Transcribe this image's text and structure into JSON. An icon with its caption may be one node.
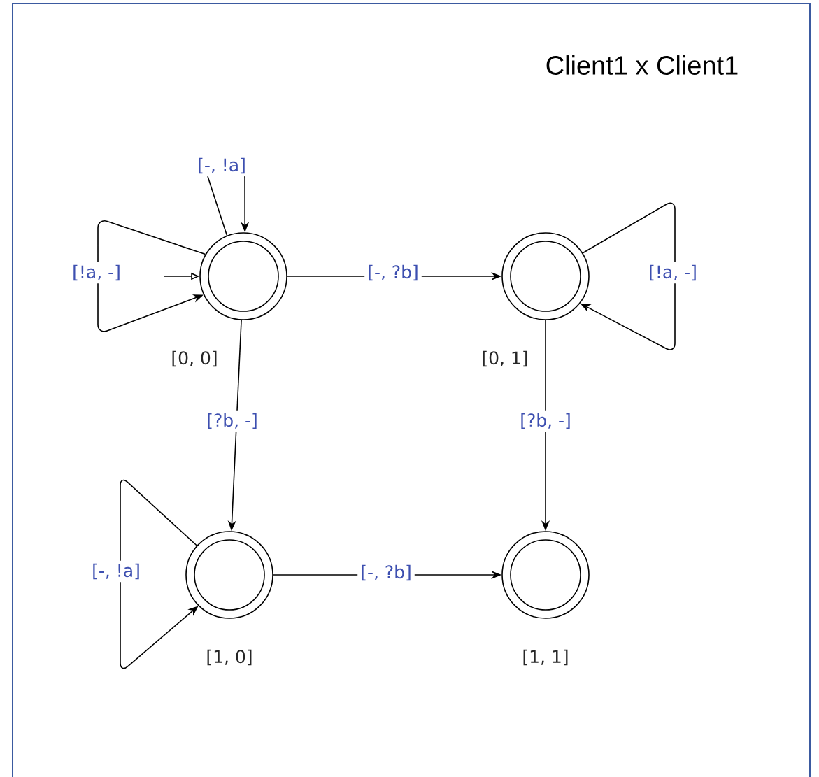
{
  "diagram": {
    "title": "Client1 x Client1",
    "nodes": [
      {
        "text": [
          "[0, 0]"
        ]
      },
      {
        "text": [
          "[0, 1]"
        ]
      },
      {
        "text": [
          "[1, 0]"
        ]
      },
      {
        "text": [
          "[1, 1]"
        ]
      }
    ],
    "edges": [
      {
        "from": null,
        "to": 0,
        "arrow": "to"
      },
      {
        "from": 0,
        "to": 0,
        "arrow": "to",
        "label": "[!a, -]"
      },
      {
        "from": 0,
        "to": 0,
        "arrow": "to",
        "label": "[-, !a]"
      },
      {
        "from": 0,
        "to": 1,
        "arrow": "to",
        "label": "[-, ?b]"
      },
      {
        "from": 1,
        "to": 1,
        "arrow": "to",
        "label": "[!a, -]"
      },
      {
        "from": 0,
        "to": 2,
        "arrow": "to",
        "label": "[?b, -]"
      },
      {
        "from": 1,
        "to": 3,
        "arrow": "to",
        "label": "[?b, -]"
      },
      {
        "from": 2,
        "to": 2,
        "arrow": "to",
        "label": "[-, !a]"
      },
      {
        "from": 2,
        "to": 3,
        "arrow": "to",
        "label": "[-, ?b]"
      }
    ]
  }
}
